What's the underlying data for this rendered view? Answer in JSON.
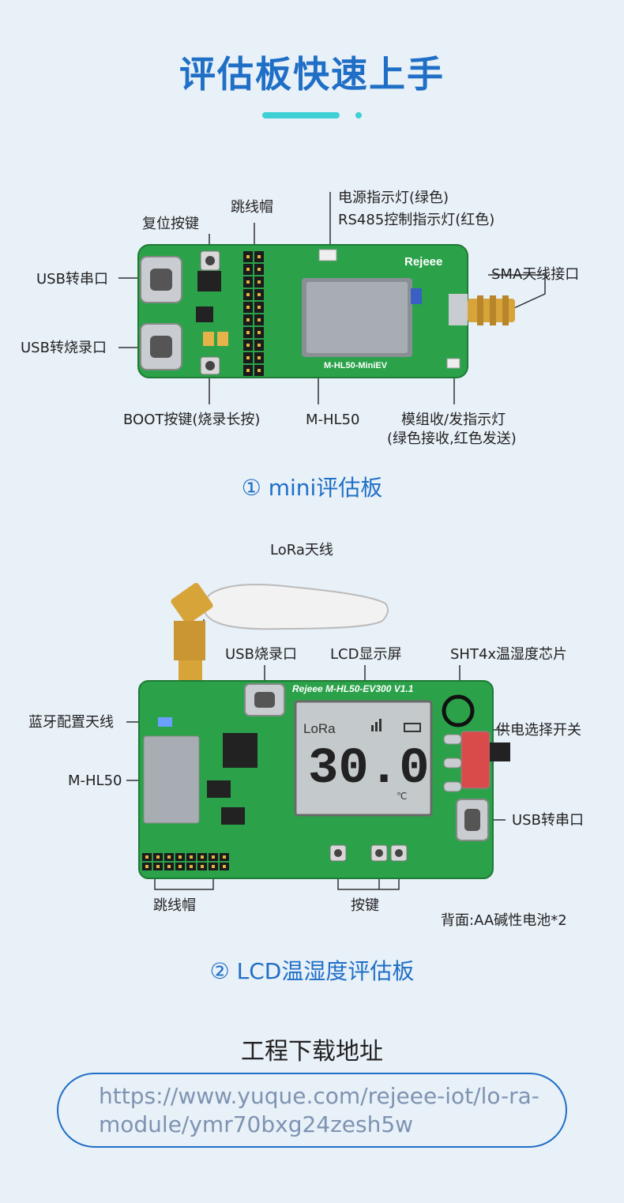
{
  "header": {
    "title": "评估板快速上手"
  },
  "mini_board": {
    "caption": "① mini评估板",
    "silk": {
      "brand": "Rejeee",
      "model": "M-HL50-MiniEV"
    },
    "labels": {
      "reset_button": "复位按键",
      "jumper": "跳线帽",
      "power_led": "电源指示灯(绿色)",
      "rs485_led": "RS485控制指示灯(红色)",
      "usb_serial": "USB转串口",
      "usb_flash": "USB转烧录口",
      "sma": "SMA天线接口",
      "boot_button": "BOOT按键(烧录长按)",
      "module": "M-HL50",
      "txrx_led": "模组收/发指示灯",
      "txrx_led_note": "(绿色接收,红色发送)"
    }
  },
  "lcd_board": {
    "caption": "② LCD温湿度评估板",
    "silk": {
      "brand": "Rejeee  M-HL50-EV300  V1.1"
    },
    "lcd": {
      "top_left": "LoRa",
      "reading": "30.0",
      "unit": "℃"
    },
    "labels": {
      "antenna": "LoRa天线",
      "usb_flash": "USB烧录口",
      "lcd": "LCD显示屏",
      "sht": "SHT4x温湿度芯片",
      "bt_antenna": "蓝牙配置天线",
      "power_switch": "供电选择开关",
      "module": "M-HL50",
      "usb_serial": "USB转串口",
      "jumper": "跳线帽",
      "buttons": "按键",
      "battery": "背面:AA碱性电池*2"
    }
  },
  "download": {
    "title": "工程下载地址",
    "url": "https://www.yuque.com/rejeee-iot/lo-ra-module/ymr70bxg24zesh5w"
  },
  "colors": {
    "accent": "#1f6fc6",
    "teal": "#3fd0d6",
    "pcb": "#2ba24a"
  }
}
